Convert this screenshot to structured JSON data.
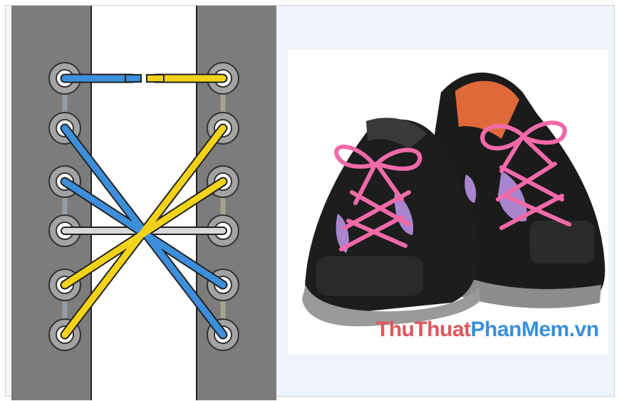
{
  "diagram": {
    "description_icon": "shoelace-lacing-diagram",
    "colors": {
      "panel": "#7a7a7a",
      "tongue": "#ffffff",
      "lace_left": "#3d8fdb",
      "lace_right": "#f2d31a",
      "lace_center": "#d6d6d6",
      "eyelet": "#9a9a9a"
    }
  },
  "photo": {
    "icon": "sneakers-with-pink-laces",
    "colors": {
      "shoe": "#1c1c1c",
      "laces": "#f06aa8",
      "accent": "#a985cf",
      "insole": "#e0693a"
    }
  },
  "watermark": {
    "part1": "ThuThuat",
    "part2": "PhanMem",
    "part3": ".vn",
    "color1": "#e0565d",
    "color2": "#3a8fd8"
  }
}
